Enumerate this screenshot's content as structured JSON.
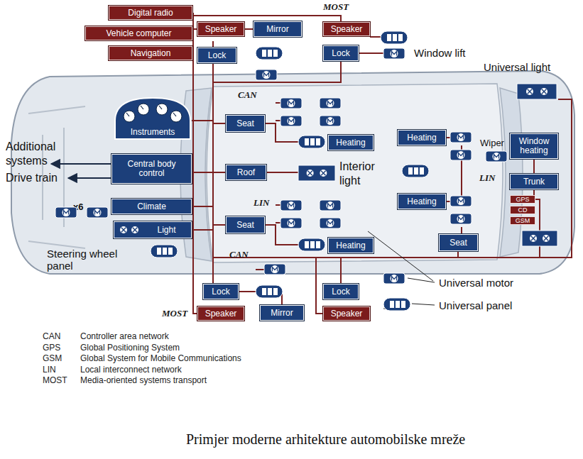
{
  "diagram": {
    "caption": "Primjer moderne arhitekture automobilske mreže",
    "nodes": [
      {
        "text": [
          "Digital radio"
        ]
      },
      {
        "text": [
          "Vehicle computer"
        ]
      },
      {
        "text": [
          "Navigation"
        ]
      },
      {
        "text": [
          "Speaker"
        ]
      },
      {
        "text": [
          "Mirror"
        ]
      },
      {
        "text": [
          "Lock"
        ]
      },
      {
        "text": [
          "Speaker"
        ]
      },
      {
        "text": [
          "Lock"
        ]
      },
      {
        "text": [
          "Instruments"
        ]
      },
      {
        "text": [
          "Seat"
        ]
      },
      {
        "text": [
          "Heating"
        ]
      },
      {
        "text": [
          "Central body control"
        ]
      },
      {
        "text": [
          "Roof"
        ]
      },
      {
        "text": [
          "Climate"
        ]
      },
      {
        "text": [
          "Light"
        ]
      },
      {
        "text": [
          "Seat"
        ]
      },
      {
        "text": [
          "Heating"
        ]
      },
      {
        "text": [
          "Heating"
        ]
      },
      {
        "text": [
          "Window heating"
        ]
      },
      {
        "text": [
          "Trunk"
        ]
      },
      {
        "text": [
          "Heating"
        ]
      },
      {
        "text": [
          "GPS"
        ]
      },
      {
        "text": [
          "CD"
        ]
      },
      {
        "text": [
          "GSM"
        ]
      },
      {
        "text": [
          "Seat"
        ]
      },
      {
        "text": [
          "Lock"
        ]
      },
      {
        "text": [
          "Speaker"
        ]
      },
      {
        "text": [
          "Mirror"
        ]
      },
      {
        "text": [
          "Lock"
        ]
      },
      {
        "text": [
          "Speaker"
        ]
      }
    ],
    "edges": [
      {
        "from": 3,
        "to": 4,
        "arrow": "none"
      },
      {
        "from": 11,
        "to": 12,
        "arrow": "none"
      },
      {
        "from": 18,
        "to": 19,
        "arrow": "none"
      },
      {
        "from": 25,
        "to": 27,
        "arrow": "none"
      }
    ],
    "labels": [
      "MOST",
      "Window lift",
      "Universal light",
      "CAN",
      "Additional systems",
      "Drive train",
      "Interior light",
      "Wiper",
      "LIN",
      "LIN",
      "x6",
      "Steering wheel panel",
      "CAN",
      "MOST",
      "Universal motor",
      "Universal panel",
      "CAN",
      "Controller area network",
      "GPS",
      "Global Positioning System",
      "GSM",
      "Global System for Mobile Communications",
      "LIN",
      "Local interconnect network",
      "MOST",
      "Media-oriented systems transport"
    ]
  }
}
